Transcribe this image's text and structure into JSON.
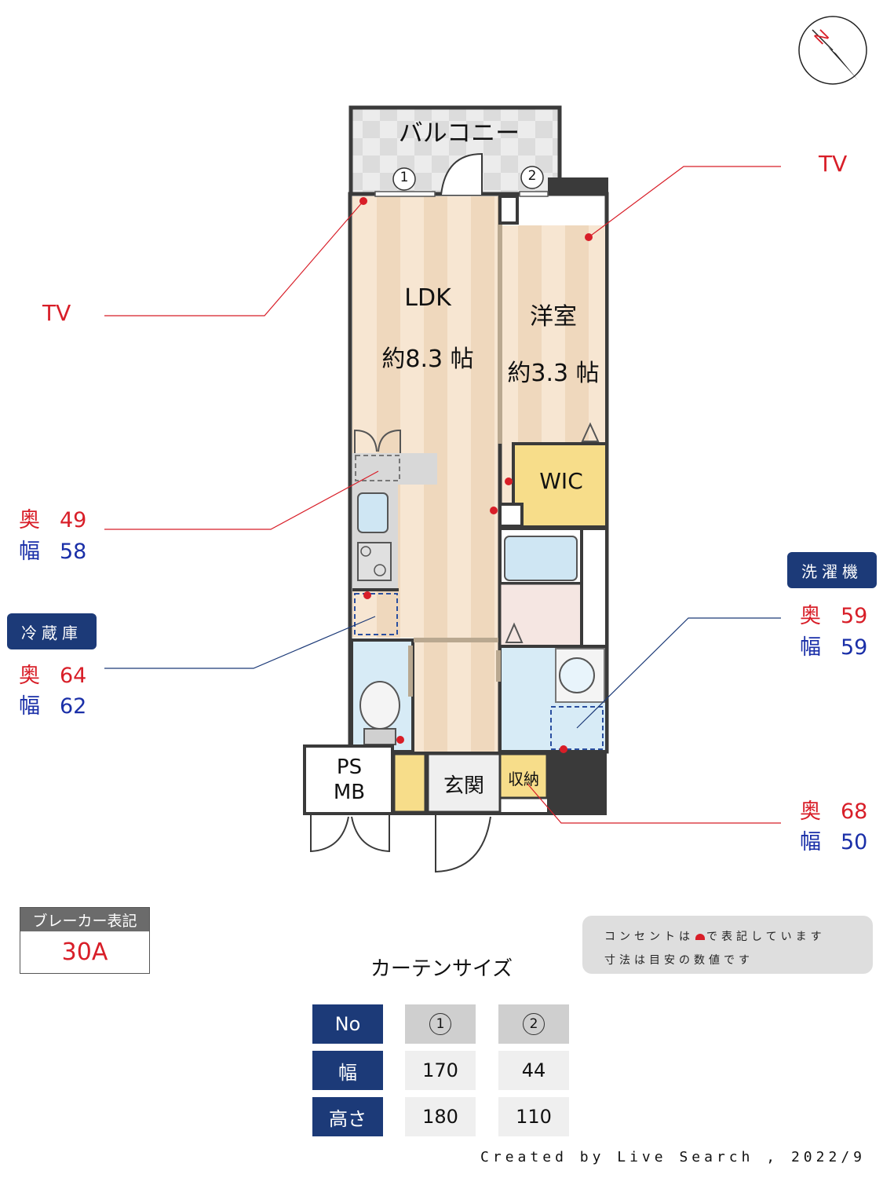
{
  "plan": {
    "balcony": "バルコニー",
    "ldk_name": "LDK",
    "ldk_size": "約8.3 帖",
    "western_name": "洋室",
    "western_size": "約3.3 帖",
    "wic": "WIC",
    "entrance": "玄関",
    "storage": "収納",
    "ps": "PS",
    "mb": "MB",
    "window1": "1",
    "window2": "2"
  },
  "callouts": {
    "tv_left": "TV",
    "tv_right": "TV",
    "kitchen": {
      "depth_key": "奥",
      "depth": "49",
      "width_key": "幅",
      "width": "58"
    },
    "fridge": {
      "tag": "冷蔵庫",
      "depth_key": "奥",
      "depth": "64",
      "width_key": "幅",
      "width": "62"
    },
    "washer": {
      "tag": "洗濯機",
      "depth_key": "奥",
      "depth": "59",
      "width_key": "幅",
      "width": "59"
    },
    "storage": {
      "depth_key": "奥",
      "depth": "68",
      "width_key": "幅",
      "width": "50"
    }
  },
  "breaker": {
    "title": "ブレーカー表記",
    "value": "30A"
  },
  "note": {
    "line1_a": "コンセントは",
    "line1_b": "で表記しています",
    "line2": "寸法は目安の数値です"
  },
  "curtain": {
    "title": "カーテンサイズ",
    "row_headers": [
      "No",
      "幅",
      "高さ"
    ],
    "columns": [
      {
        "no": "1",
        "width": "170",
        "height": "180"
      },
      {
        "no": "2",
        "width": "44",
        "height": "110"
      }
    ]
  },
  "compass": {
    "label": "N"
  },
  "colors": {
    "outlet": "#d81e28",
    "navy": "#1c3a78",
    "wall": "#3a3a3a",
    "floor_wood": "#f2dcc0",
    "wet_area": "#d7ebf6",
    "closet": "#f7dd8a"
  },
  "credit": "Created by Live Search , 2022/9"
}
